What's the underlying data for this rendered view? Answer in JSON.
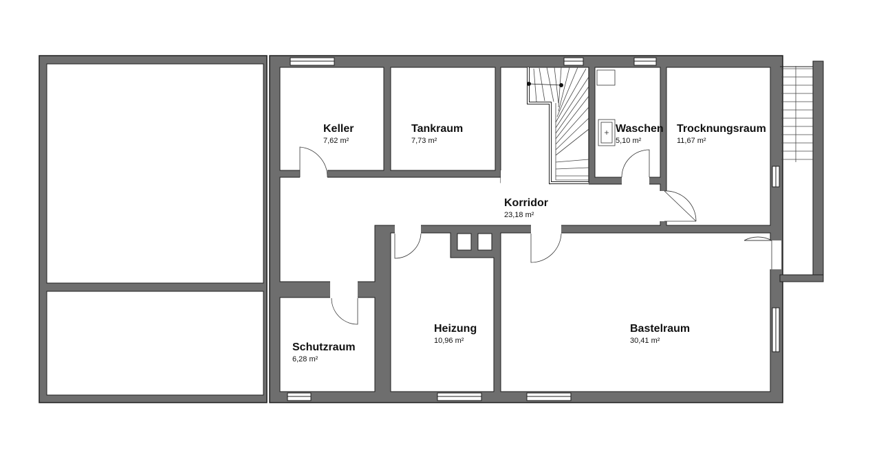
{
  "colors": {
    "wall": "#6e6e6e",
    "wall_outline": "#1e1e1e",
    "floor": "#ffffff",
    "line": "#444444"
  },
  "rooms": [
    {
      "id": "keller",
      "name": "Keller",
      "area": "7,62 m²"
    },
    {
      "id": "tankraum",
      "name": "Tankraum",
      "area": "7,73 m²"
    },
    {
      "id": "waschen",
      "name": "Waschen",
      "area": "5,10 m²"
    },
    {
      "id": "trocknungsraum",
      "name": "Trocknungsraum",
      "area": "11,67 m²"
    },
    {
      "id": "korridor",
      "name": "Korridor",
      "area": "23,18 m²"
    },
    {
      "id": "schutzraum",
      "name": "Schutzraum",
      "area": "6,28 m²"
    },
    {
      "id": "heizung",
      "name": "Heizung",
      "area": "10,96 m²"
    },
    {
      "id": "bastelraum",
      "name": "Bastelraum",
      "area": "30,41 m²"
    }
  ]
}
